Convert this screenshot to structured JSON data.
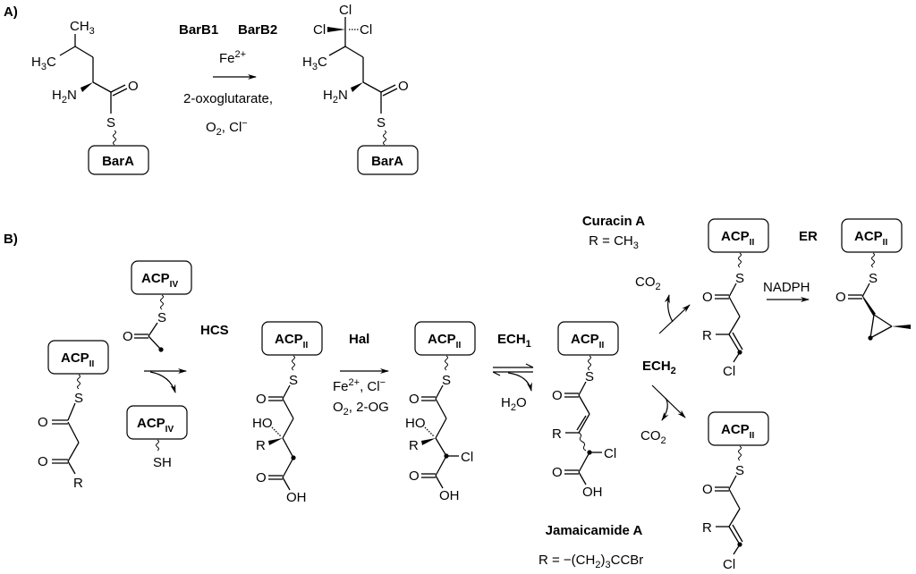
{
  "panels": {
    "A": {
      "label": "A)",
      "substrate": {
        "carrier": "BarA",
        "atoms": {
          "ch3_top": "CH3",
          "h3c": "H3C",
          "nh2": "H2N",
          "o": "O",
          "s": "S"
        }
      },
      "conditions": {
        "enzyme1": "BarB1",
        "enzyme2": "BarB2",
        "cofactor": "Fe2+",
        "line1": "2-oxoglutarate,",
        "line2": "O2, Cl−"
      },
      "product": {
        "carrier": "BarA",
        "atoms": {
          "cl_top": "Cl",
          "cl_left": "Cl",
          "cl_right": "Cl",
          "h3c": "H3C",
          "nh2": "H2N",
          "o": "O",
          "s": "S"
        }
      }
    },
    "B": {
      "label": "B)",
      "start": {
        "carrier": "ACP",
        "carrier_sub": "II",
        "o1": "O",
        "o2": "O",
        "r": "R",
        "s": "S"
      },
      "donor": {
        "carrier": "ACP",
        "carrier_sub": "IV",
        "o": "O",
        "s": "S"
      },
      "released": {
        "carrier": "ACP",
        "carrier_sub": "IV",
        "sh": "SH"
      },
      "steps": {
        "hcs": "HCS",
        "hal": "Hal",
        "hal_cond1": "Fe2+, Cl−",
        "hal_cond2": "O2, 2-OG",
        "ech1": "ECH1",
        "ech1_release": "H2O",
        "ech2": "ECH2",
        "co2_top": "CO2",
        "co2_bottom": "CO2",
        "er": "ER",
        "er_cond": "NADPH"
      },
      "hmg": {
        "carrier": "ACP",
        "carrier_sub": "II",
        "s": "S",
        "o": "O",
        "ho": "HO",
        "r": "R",
        "o_acid": "O",
        "oh": "OH"
      },
      "chloro_hmg": {
        "carrier": "ACP",
        "carrier_sub": "II",
        "s": "S",
        "o": "O",
        "ho": "HO",
        "r": "R",
        "cl": "Cl",
        "o_acid": "O",
        "oh": "OH"
      },
      "enoyl": {
        "carrier": "ACP",
        "carrier_sub": "II",
        "s": "S",
        "o": "O",
        "r": "R",
        "cl": "Cl",
        "o_acid": "O",
        "oh": "OH"
      },
      "vinyl_top": {
        "carrier": "ACP",
        "carrier_sub": "II",
        "s": "S",
        "o": "O",
        "r": "R",
        "cl": "Cl"
      },
      "cyclopropane": {
        "carrier": "ACP",
        "carrier_sub": "II",
        "s": "S",
        "o": "O"
      },
      "vinyl_bottom": {
        "carrier": "ACP",
        "carrier_sub": "II",
        "s": "S",
        "o": "O",
        "r": "R",
        "cl": "Cl"
      },
      "curacin": {
        "name": "Curacin A",
        "r_def": "R = CH3"
      },
      "jamaicamide": {
        "name": "Jamaicamide A",
        "r_def": "R = −(CH2)3CCBr"
      }
    }
  }
}
